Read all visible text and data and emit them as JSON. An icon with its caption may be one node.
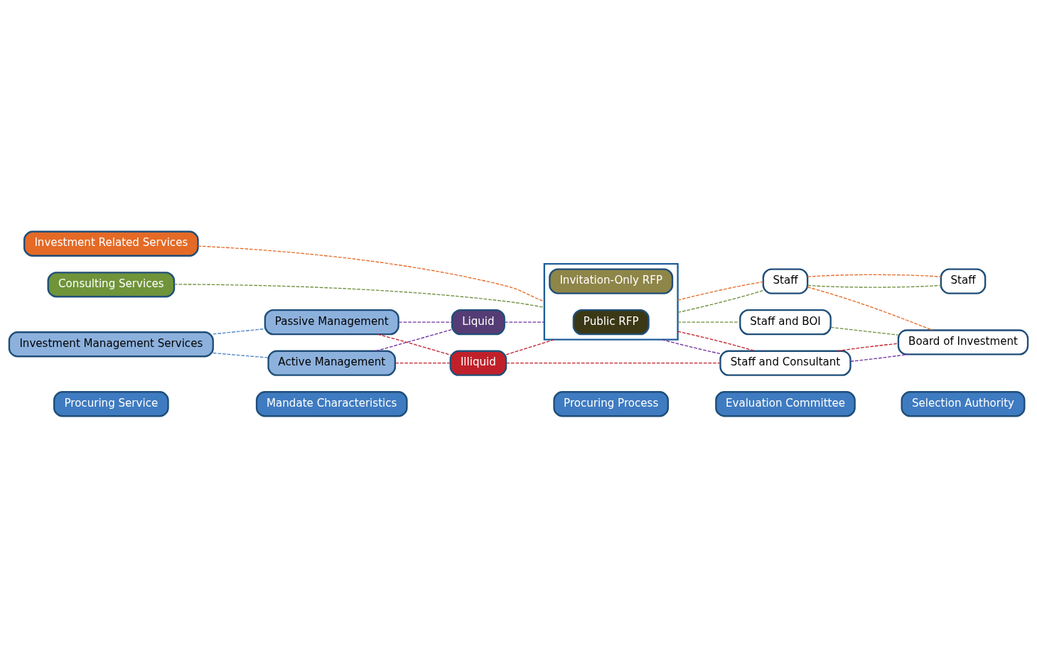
{
  "diagram": {
    "nodes": [
      {
        "text": [
          "Procuring Service"
        ]
      },
      {
        "text": [
          "Mandate Characteristics"
        ]
      },
      {
        "text": [
          "Procuring Process"
        ]
      },
      {
        "text": [
          "Evaluation Committee"
        ]
      },
      {
        "text": [
          "Selection Authority"
        ]
      },
      {
        "text": [
          "Consulting Services"
        ]
      },
      {
        "text": [
          "Investment Related Services"
        ]
      },
      {
        "text": [],
        "shape": "box"
      },
      {
        "text": [
          "Invitation-Only RFP"
        ],
        "in": 7
      },
      {
        "text": [
          "Public RFP"
        ],
        "in": 7
      },
      {
        "text": [
          "Staff and BOI"
        ]
      },
      {
        "text": [
          "Staff"
        ]
      },
      {
        "text": [
          "Staff"
        ]
      },
      {
        "text": [
          "Board of Investment"
        ]
      },
      {
        "text": [
          "Active Management"
        ]
      },
      {
        "text": [
          "Liquid"
        ]
      },
      {
        "text": [
          "Investment Management Services"
        ]
      },
      {
        "text": [
          "Passive Management"
        ]
      },
      {
        "text": [
          "Illiquid"
        ]
      },
      {
        "text": [
          "Staff and Consultant"
        ]
      }
    ],
    "edges": [
      {
        "from": 5,
        "to": 7,
        "arrow": "none",
        "style": "dashed",
        "color": "#6b8e3a"
      },
      {
        "from": 7,
        "to": 10,
        "arrow": "none",
        "style": "dashed",
        "color": "#6b8e3a"
      },
      {
        "from": 7,
        "to": 12,
        "arrow": "none",
        "style": "dashed",
        "color": "#6b8e3a"
      },
      {
        "from": 12,
        "to": 11,
        "arrow": "none",
        "style": "dashed",
        "color": "#6b8e3a"
      },
      {
        "from": 10,
        "to": 13,
        "arrow": "none",
        "style": "dashed",
        "color": "#6b8e3a"
      },
      {
        "from": 6,
        "to": 7,
        "arrow": "none",
        "style": "dashed",
        "color": "#e46a26"
      },
      {
        "from": 7,
        "to": 12,
        "arrow": "none",
        "style": "dashed",
        "color": "#e46a26"
      },
      {
        "from": 12,
        "to": 11,
        "arrow": "none",
        "style": "dashed",
        "color": "#e46a26"
      },
      {
        "from": 12,
        "to": 13,
        "arrow": "none",
        "style": "dashed",
        "color": "#e46a26"
      },
      {
        "from": 16,
        "to": 14,
        "arrow": "none",
        "style": "dashed",
        "color": "#4a86c8"
      },
      {
        "from": 16,
        "to": 17,
        "arrow": "none",
        "style": "dashed",
        "color": "#4a86c8"
      },
      {
        "from": 14,
        "to": 15,
        "arrow": "none",
        "style": "dashed",
        "color": "#7030a0"
      },
      {
        "from": 17,
        "to": 15,
        "arrow": "none",
        "style": "dashed",
        "color": "#7030a0"
      },
      {
        "from": 15,
        "to": 7,
        "arrow": "none",
        "style": "dashed",
        "color": "#7030a0"
      },
      {
        "from": 7,
        "to": 19,
        "arrow": "none",
        "style": "dashed",
        "color": "#7030a0"
      },
      {
        "from": 19,
        "to": 13,
        "arrow": "none",
        "style": "dashed",
        "color": "#7030a0"
      },
      {
        "from": 14,
        "to": 18,
        "arrow": "none",
        "style": "dashed",
        "color": "#c0202a"
      },
      {
        "from": 17,
        "to": 18,
        "arrow": "none",
        "style": "dashed",
        "color": "#c0202a"
      },
      {
        "from": 18,
        "to": 7,
        "arrow": "none",
        "style": "dashed",
        "color": "#c0202a"
      },
      {
        "from": 7,
        "to": 19,
        "arrow": "none",
        "style": "dashed",
        "color": "#c0202a"
      },
      {
        "from": 18,
        "to": 19,
        "arrow": "none",
        "style": "dashed",
        "color": "#c0202a"
      },
      {
        "from": 19,
        "to": 13,
        "arrow": "none",
        "style": "dashed",
        "color": "#c0202a"
      }
    ]
  }
}
